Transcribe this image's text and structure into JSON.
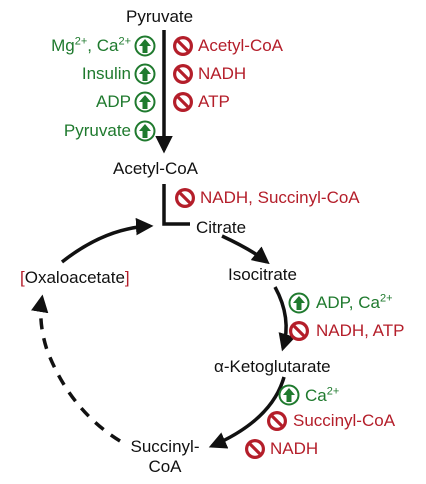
{
  "colors": {
    "activator": "#1f7a2e",
    "inhibitor": "#b41e2a",
    "arrow": "#111111"
  },
  "icons": {
    "activator": "up-arrow-circle-icon",
    "inhibitor": "prohibition-icon"
  },
  "nodes": {
    "pyruvate": "Pyruvate",
    "acetyl_coa": "Acetyl-CoA",
    "citrate": "Citrate",
    "isocitrate": "Isocitrate",
    "akg": "α-Ketoglutarate",
    "succinyl_line1": "Succinyl-",
    "succinyl_line2": "CoA",
    "oxaloacetate": "Oxaloacetate",
    "bracket_left": "[",
    "bracket_right": "]"
  },
  "pdh": {
    "activators": {
      "mg_ca": {
        "mg": "Mg",
        "mg_sup": "2+",
        "sep": ", ",
        "ca": "Ca",
        "ca_sup": "2+"
      },
      "insulin": "Insulin",
      "adp": "ADP",
      "pyruvate": "Pyruvate"
    },
    "inhibitors": {
      "acetyl_coa": "Acetyl-CoA",
      "nadh": "NADH",
      "atp": "ATP"
    }
  },
  "citrate_synthase": {
    "inhibitors": {
      "main": "NADH, Succinyl-CoA"
    }
  },
  "idh": {
    "activators": {
      "main": "ADP, Ca",
      "sup": "2+"
    },
    "inhibitors": {
      "main": "NADH, ATP"
    }
  },
  "akgdh": {
    "activators": {
      "main": "Ca",
      "sup": "2+"
    },
    "inhibitors": {
      "succinyl": "Succinyl-CoA",
      "nadh": "NADH"
    }
  }
}
